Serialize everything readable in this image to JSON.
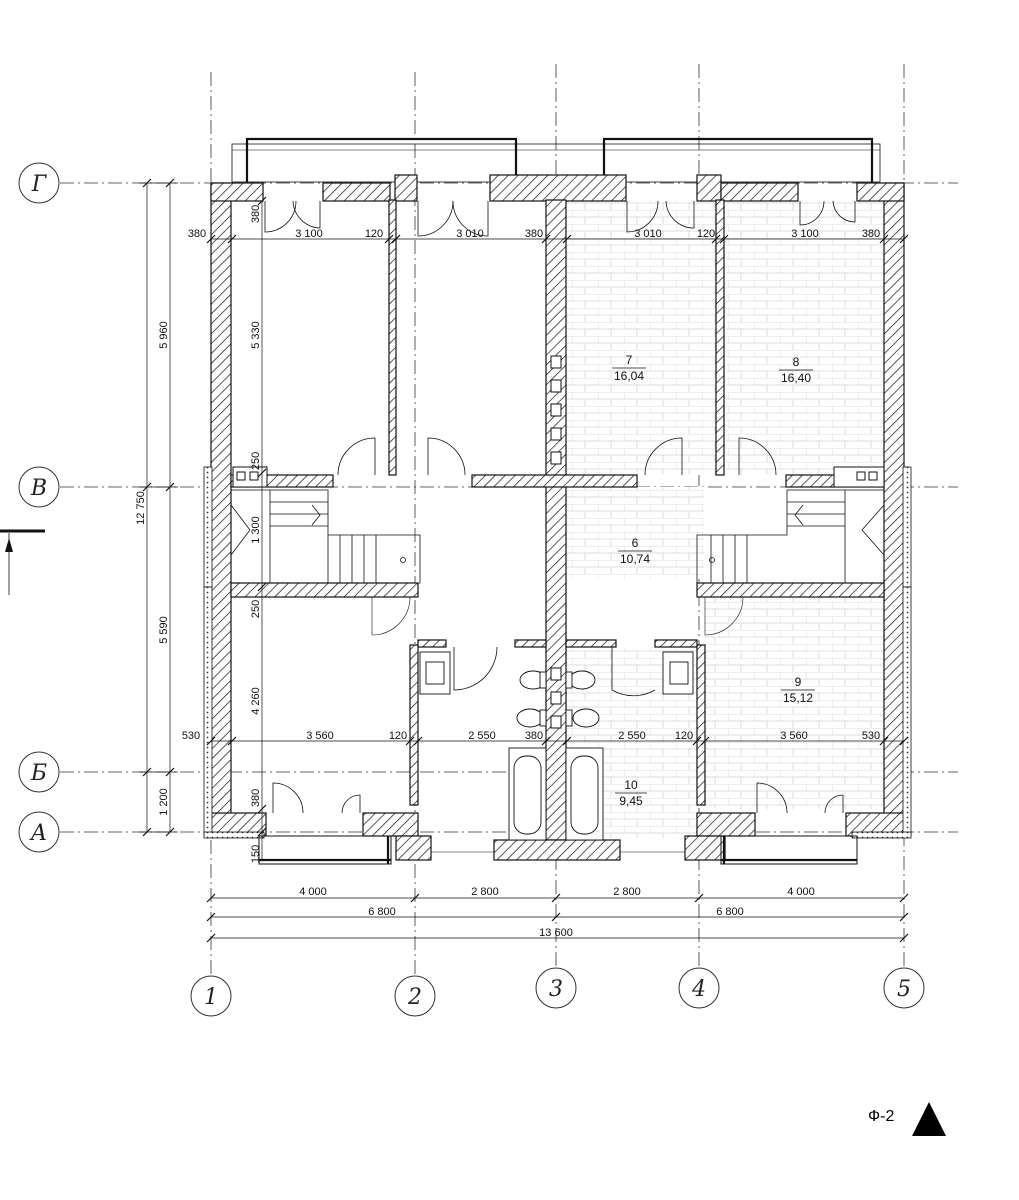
{
  "axes_vertical": [
    "1",
    "2",
    "3",
    "4",
    "5"
  ],
  "axes_horizontal": [
    "Г",
    "В",
    "Б",
    "А"
  ],
  "rooms": [
    {
      "number": "7",
      "area": "16,04"
    },
    {
      "number": "8",
      "area": "16,40"
    },
    {
      "number": "6",
      "area": "10,74"
    },
    {
      "number": "9",
      "area": "15,12"
    },
    {
      "number": "10",
      "area": "9,45"
    }
  ],
  "dims_top_row": [
    "380",
    "3 100",
    "120",
    "3 010",
    "380",
    "3 010",
    "120",
    "3 100",
    "380"
  ],
  "dims_bottom_row": [
    "530",
    "3 560",
    "120",
    "2 550",
    "380",
    "2 550",
    "120",
    "3 560",
    "530"
  ],
  "dims_vertical_inner": [
    "380",
    "5 330",
    "250",
    "1 300",
    "250",
    "4 260",
    "380",
    "150"
  ],
  "dims_left": [
    "5 960",
    "5 590",
    "1 200",
    "12 750"
  ],
  "dims_bottom_chain1": [
    "4 000",
    "2 800",
    "2 800",
    "4 000"
  ],
  "dims_bottom_chain2": [
    "6 800",
    "6 800"
  ],
  "dims_bottom_total": "13 600",
  "section_mark": "Ф-2"
}
